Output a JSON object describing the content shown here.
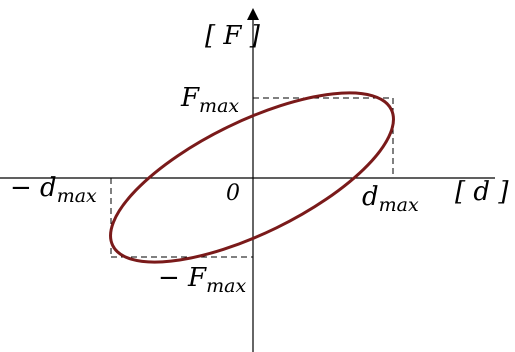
{
  "axes": {
    "y_label": "[ F ]",
    "x_label": "[ d ]",
    "origin_label": "0"
  },
  "labels": {
    "f_max_main": "F",
    "f_max_sub": "max",
    "neg_f_max_main": "− F",
    "neg_f_max_sub": "max",
    "d_max_main": "d",
    "d_max_sub": "max",
    "neg_d_max_main": "− d",
    "neg_d_max_sub": "max"
  },
  "colors": {
    "ellipse": "#7a1a1a",
    "axis": "#000000",
    "dashed": "#000000"
  }
}
